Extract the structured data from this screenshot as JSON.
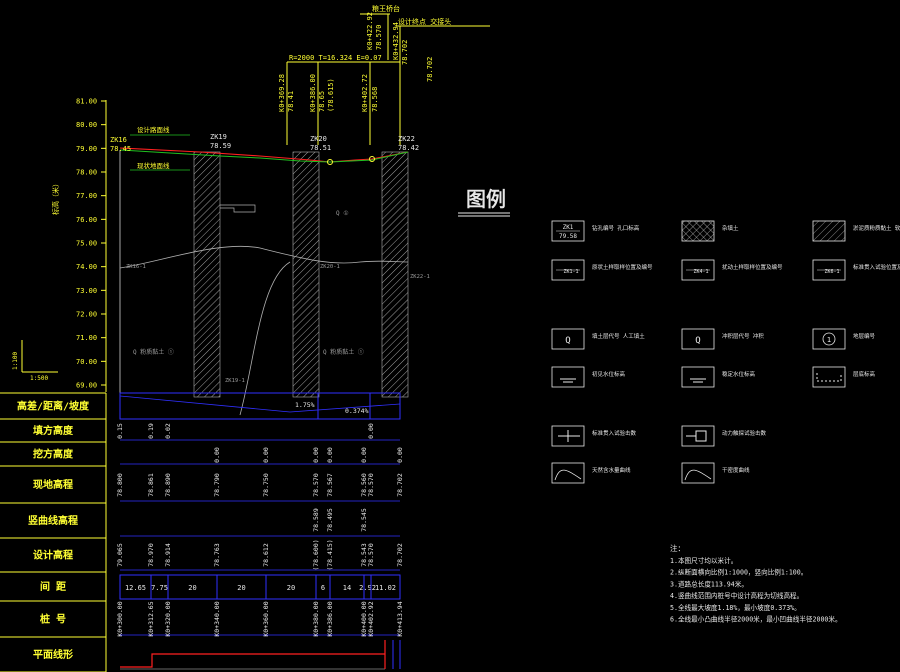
{
  "colors": {
    "background": "#000000",
    "axis_text": "#ffff33",
    "grid": "#6a6a6a",
    "table_lines": "#3030ff",
    "design_line": "#ff2020",
    "ground_line": "#20c020",
    "hatch": "#b0b0b0",
    "white": "#e8e8e8"
  },
  "top_annotations": {
    "bridge": "粮王桥台",
    "design_start": "设计终点 交接头",
    "curve": "R=2000  T=16.324  E=0.07",
    "stations": [
      "K0+369.28",
      "K0+386.00",
      "K0+402.72",
      "K0+422.92",
      "K0+432.94"
    ],
    "elevations": [
      "78.41",
      "78.65",
      "(78.615)",
      "78.568",
      "78.570",
      "78.702",
      "78.702"
    ]
  },
  "profile": {
    "y_axis_label": "标高（米）",
    "elevation_ticks": [
      "81.00",
      "80.00",
      "79.00",
      "78.00",
      "77.00",
      "76.00",
      "75.00",
      "74.00",
      "73.00",
      "72.00",
      "71.00",
      "70.00",
      "69.00"
    ],
    "scale_vertical": "1:100",
    "scale_horizontal": "1:500",
    "boreholes": [
      {
        "id": "ZK16",
        "elev": "78.45"
      },
      {
        "id": "ZK19",
        "elev": "78.59"
      },
      {
        "id": "ZK20",
        "elev": "78.51"
      },
      {
        "id": "ZK22",
        "elev": "78.42"
      }
    ],
    "line_labels": {
      "design": "设计路面线",
      "ground": "现状地面线"
    },
    "curve_box": {
      "left_grade": "1.75%",
      "right_grade": "0.374%"
    }
  },
  "table": {
    "rows": [
      {
        "label": "高差/距离/坡度"
      },
      {
        "label": "填方高度",
        "values": [
          "0.15",
          "0.19",
          "0.02",
          "0.00"
        ]
      },
      {
        "label": "挖方高度",
        "values": [
          "0.00",
          "0.00",
          "0.00",
          "0.00",
          "0.00",
          "0.00"
        ]
      },
      {
        "label": "现地高程",
        "values": [
          "78.800",
          "78.861",
          "78.890",
          "78.790",
          "78.750",
          "78.570",
          "78.567",
          "78.560",
          "78.570",
          "78.702"
        ]
      },
      {
        "label": "竖曲线高程",
        "values": [
          "78.589",
          "78.495",
          "78.545"
        ]
      },
      {
        "label": "设计高程",
        "values": [
          "79.065",
          "78.970",
          "78.914",
          "78.763",
          "78.612",
          "(78.600)",
          "(78.415)",
          "78.543",
          "78.570",
          "78.702"
        ]
      },
      {
        "label": "间      距",
        "values": [
          "12.65",
          "7.75",
          "20",
          "20",
          "20",
          "6",
          "14",
          "2.92",
          "11.02"
        ]
      },
      {
        "label": "桩      号",
        "values": [
          "K0+300.00",
          "K0+312.65",
          "K0+320.00",
          "K0+340.00",
          "K0+360.00",
          "K0+380.00",
          "K0+386.00",
          "K0+400.00",
          "K0+402.92",
          "K0+413.94"
        ]
      },
      {
        "label": "平面线形"
      }
    ]
  },
  "legend": {
    "title": "图例",
    "items": [
      {
        "sym": "ZK1 / 79.58",
        "text": "钻孔编号 孔口标高"
      },
      {
        "sym": "",
        "text": "杂填土"
      },
      {
        "sym": "",
        "text": "淤泥质粉质黏土 软塑粉质黏土"
      },
      {
        "sym": "ZK1-1",
        "text": "原状土样取样位置及编号"
      },
      {
        "sym": "ZK4-1",
        "text": "扰动土样取样位置及编号"
      },
      {
        "sym": "ZK6-1",
        "text": "标准贯入试验位置及编号"
      },
      {
        "sym": "Q",
        "text": "填土层代号 人工填土"
      },
      {
        "sym": "Q",
        "text": "冲积层代号 冲积"
      },
      {
        "sym": "1",
        "text": "地层编号"
      },
      {
        "sym": "",
        "text": "初见水位标高"
      },
      {
        "sym": "",
        "text": "稳定水位标高"
      },
      {
        "sym": "",
        "text": "层底标高"
      },
      {
        "sym": "",
        "text": "标准贯入试验击数"
      },
      {
        "sym": "",
        "text": "动力触探试验击数"
      },
      {
        "sym": "",
        "text": "天然含水量曲线"
      },
      {
        "sym": "",
        "text": "干密度曲线"
      }
    ]
  },
  "notes": {
    "title": "注：",
    "lines": [
      "1.本图尺寸均以米计。",
      "2.纵断面横向比例1:1000，竖向比例1:100。",
      "3.道路总长度113.94米。",
      "4.竖曲线范围内桩号中设计高程为切线高程。",
      "5.全线最大坡度1.18%，最小坡度0.373%。",
      "6.全线最小凸曲线半径2000米，最小凹曲线半径2000米。"
    ]
  }
}
